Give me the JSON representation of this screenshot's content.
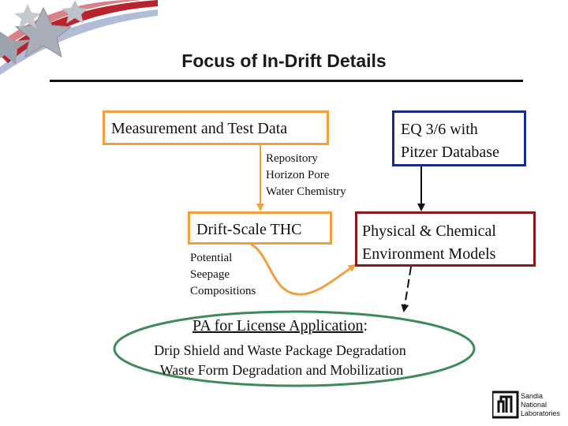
{
  "title": "Focus of In-Drift Details",
  "boxes": {
    "measurement": "Measurement and Test Data",
    "eq_line1": "EQ 3/6 with",
    "eq_line2": "Pitzer Database",
    "thc": "Drift-Scale THC",
    "phys_line1": "Physical & Chemical",
    "phys_line2": "Environment Models"
  },
  "labels": {
    "repo_line1": "Repository",
    "repo_line2": "Horizon Pore",
    "repo_line3": "Water Chemistry",
    "seep_line1": "Potential",
    "seep_line2": "Seepage",
    "seep_line3": "Compositions"
  },
  "pa": {
    "title_underlined": "PA for License Application",
    "title_suffix": ":",
    "line1": "Drip Shield and Waste Package Degradation",
    "line2": "Waste Form Degradation and Mobilization"
  },
  "logo": {
    "line1": "Sandia",
    "line2": "National",
    "line3": "Laboratories"
  },
  "colors": {
    "orange": "#f0a03c",
    "navy": "#1b2a86",
    "maroon": "#8a1a1a",
    "ellipse_green": "#3e8a5a"
  }
}
